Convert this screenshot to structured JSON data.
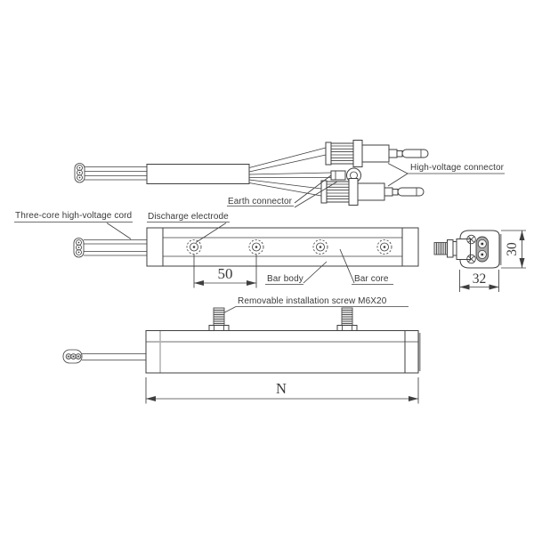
{
  "figure": {
    "labels": {
      "high_voltage_connector": "High-voltage connector",
      "earth_connector": "Earth connector",
      "three_core_cord": "Three-core high-voltage cord",
      "discharge_electrode": "Discharge electrode",
      "bar_body": "Bar body",
      "bar_core": "Bar core",
      "installation_screw": "Removable installation screw M6X20"
    },
    "dimensions": {
      "electrode_spacing": "50",
      "end_view_width": "32",
      "end_view_height": "30",
      "bar_length": "N"
    },
    "colors": {
      "line": "#3f3f3f",
      "shadow": "#9b9b9b",
      "connector_fill": "#a9a9a9",
      "background": "#ffffff"
    }
  }
}
